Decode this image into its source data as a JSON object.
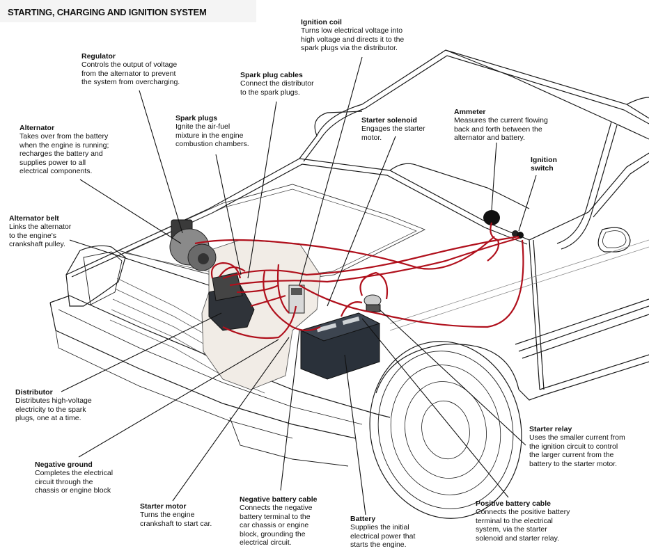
{
  "title": "STARTING, CHARGING AND IGNITION SYSTEM",
  "colors": {
    "wire": "#b0101c",
    "outline": "#1a1a1a",
    "battery": "#2a313a",
    "engine_fill": "#f1ece6"
  },
  "labels": [
    {
      "id": "ignition-coil",
      "heading": "Ignition coil",
      "description": "Turns low electrical voltage into\nhigh voltage and directs it to the\nspark plugs via the distributor."
    },
    {
      "id": "regulator",
      "heading": "Regulator",
      "description": "Controls the output of voltage\nfrom the alternator to prevent\nthe system from overcharging."
    },
    {
      "id": "spark-plug-cables",
      "heading": "Spark plug cables",
      "description": "Connect the distributor\nto the spark plugs."
    },
    {
      "id": "spark-plugs",
      "heading": "Spark plugs",
      "description": "Ignite the air-fuel\nmixture in the engine\ncombustion chambers."
    },
    {
      "id": "starter-solenoid",
      "heading": "Starter solenoid",
      "description": "Engages the starter\nmotor."
    },
    {
      "id": "ammeter",
      "heading": "Ammeter",
      "description": "Measures the current flowing\nback and forth between the\nalternator and battery."
    },
    {
      "id": "ignition-switch",
      "heading": "Ignition\nswitch",
      "description": ""
    },
    {
      "id": "alternator",
      "heading": "Alternator",
      "description": "Takes over from the battery\nwhen the engine is running;\nrecharges the battery and\nsupplies power to all\nelectrical components."
    },
    {
      "id": "alternator-belt",
      "heading": "Alternator belt",
      "description": "Links the alternator\nto the engine's\ncrankshaft pulley."
    },
    {
      "id": "distributor",
      "heading": "Distributor",
      "description": "Distributes high-voltage\nelectricity to the spark\nplugs, one at a time."
    },
    {
      "id": "negative-ground",
      "heading": "Negative ground",
      "description": "Completes the electrical\ncircuit through the\nchassis or engine block"
    },
    {
      "id": "starter-motor",
      "heading": "Starter motor",
      "description": "Turns the engine\ncrankshaft to start car."
    },
    {
      "id": "negative-battery-cable",
      "heading": "Negative battery cable",
      "description": "Connects the negative\nbattery terminal to the\ncar chassis or engine\nblock, grounding the\nelectrical circuit."
    },
    {
      "id": "battery",
      "heading": "Battery",
      "description": "Supplies the initial\nelectrical power that\nstarts the engine."
    },
    {
      "id": "starter-relay",
      "heading": "Starter relay",
      "description": "Uses the smaller current from\nthe ignition circuit to control\nthe larger current from the\nbattery to the starter motor."
    },
    {
      "id": "positive-battery-cable",
      "heading": "Positive battery cable",
      "description": "Connects the positive battery\nterminal to the electrical\nsystem, via the starter\nsolenoid and starter relay."
    }
  ]
}
